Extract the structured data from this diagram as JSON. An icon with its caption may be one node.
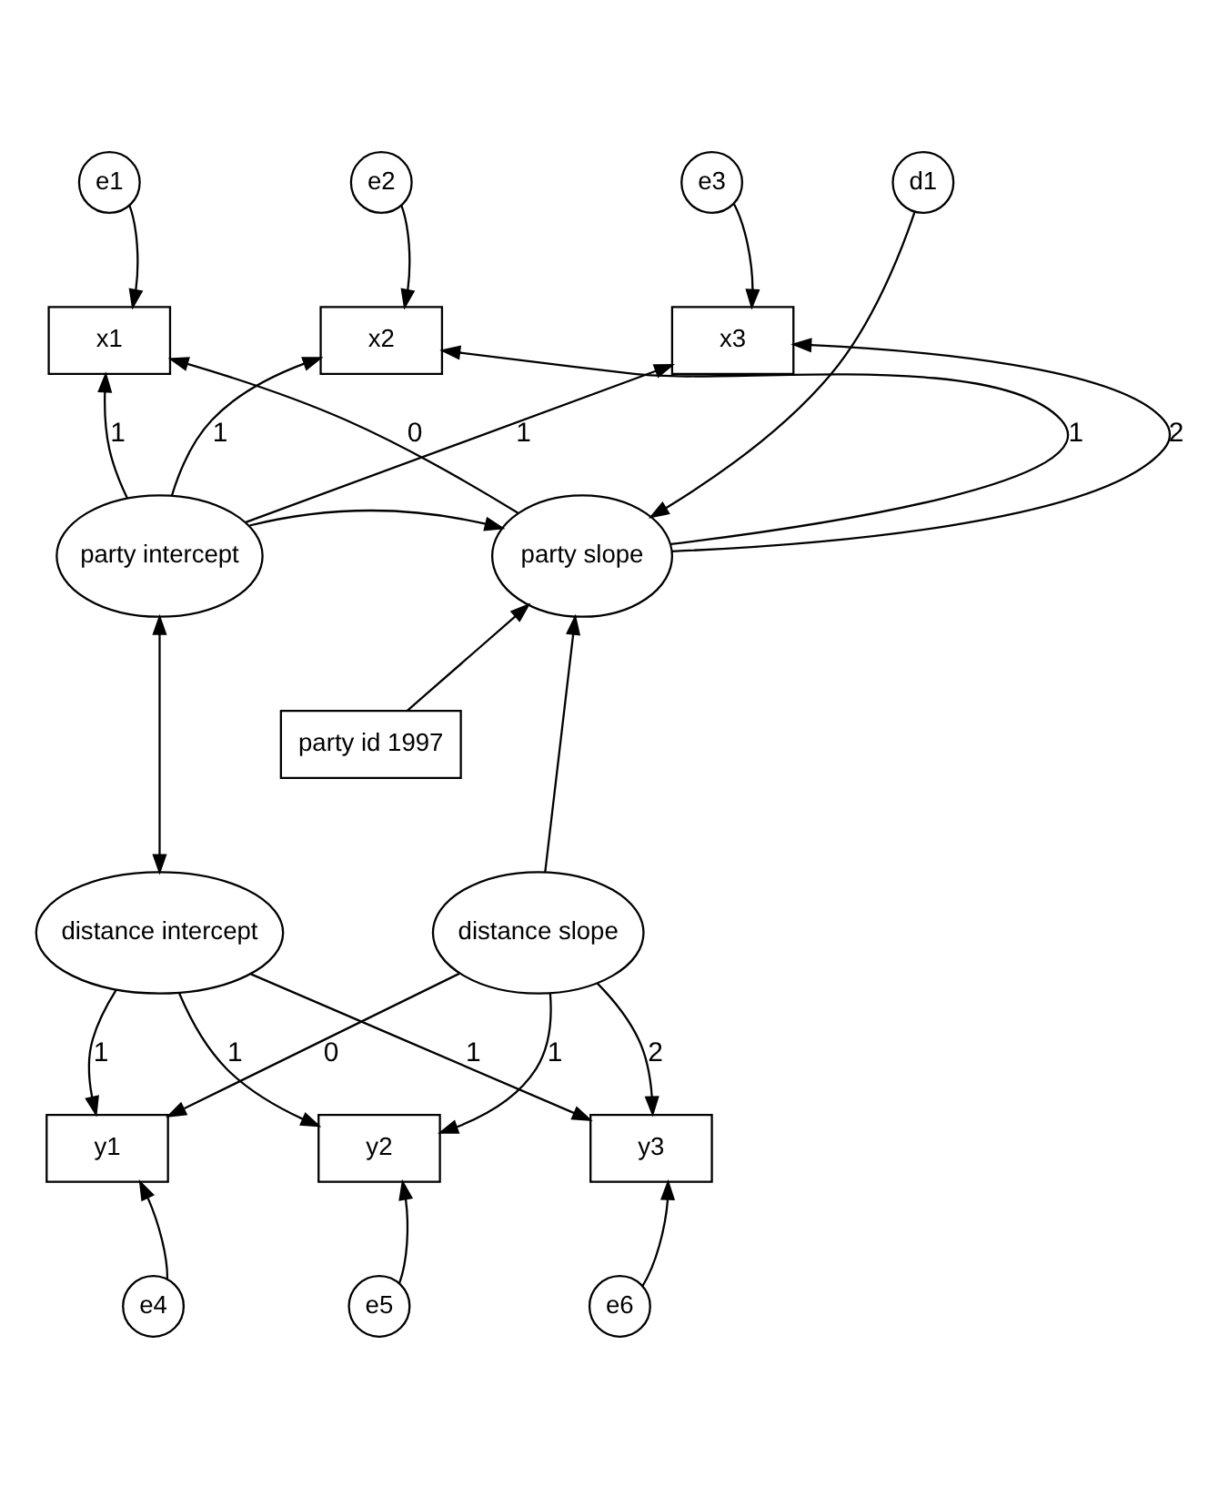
{
  "diagram": {
    "nodes": [
      {
        "text": [
          "e1"
        ]
      },
      {
        "text": [
          "e2"
        ]
      },
      {
        "text": [
          "e3"
        ]
      },
      {
        "text": [
          "x1"
        ]
      },
      {
        "text": [
          "x2"
        ]
      },
      {
        "text": [
          "x3"
        ]
      },
      {
        "text": [
          "d1"
        ]
      },
      {
        "text": [
          "party intercept"
        ]
      },
      {
        "text": [
          "party slope"
        ]
      },
      {
        "text": [
          "party id 1997"
        ]
      },
      {
        "text": [
          "distance intercept"
        ]
      },
      {
        "text": [
          "distance slope"
        ]
      },
      {
        "text": [
          "y1"
        ]
      },
      {
        "text": [
          "y2"
        ]
      },
      {
        "text": [
          "y3"
        ]
      },
      {
        "text": [
          "e4"
        ]
      },
      {
        "text": [
          "e5"
        ]
      },
      {
        "text": [
          "e6"
        ]
      }
    ],
    "edges": [
      {
        "from": 0,
        "to": 3,
        "arrow": "to"
      },
      {
        "from": 1,
        "to": 4,
        "arrow": "to"
      },
      {
        "from": 2,
        "to": 5,
        "arrow": "to"
      },
      {
        "from": 7,
        "to": 3,
        "arrow": "to",
        "label": "1"
      },
      {
        "from": 7,
        "to": 4,
        "arrow": "to",
        "label": "1"
      },
      {
        "from": 7,
        "to": 5,
        "arrow": "to",
        "label": "1"
      },
      {
        "from": 8,
        "to": 3,
        "arrow": "to",
        "label": "0"
      },
      {
        "from": 8,
        "to": 4,
        "arrow": "to",
        "label": "1"
      },
      {
        "from": 8,
        "to": 5,
        "arrow": "to",
        "label": "2"
      },
      {
        "from": 6,
        "to": 8,
        "arrow": "to"
      },
      {
        "from": 7,
        "to": 8,
        "arrow": "to"
      },
      {
        "from": 9,
        "to": 8,
        "arrow": "to"
      },
      {
        "from": 7,
        "to": 10,
        "arrow": "both"
      },
      {
        "from": 11,
        "to": 8,
        "arrow": "to"
      },
      {
        "from": 10,
        "to": 12,
        "arrow": "to",
        "label": "1"
      },
      {
        "from": 10,
        "to": 13,
        "arrow": "to",
        "label": "1"
      },
      {
        "from": 10,
        "to": 14,
        "arrow": "to",
        "label": "1"
      },
      {
        "from": 11,
        "to": 12,
        "arrow": "to",
        "label": "0"
      },
      {
        "from": 11,
        "to": 13,
        "arrow": "to",
        "label": "1"
      },
      {
        "from": 11,
        "to": 14,
        "arrow": "to",
        "label": "2"
      },
      {
        "from": 15,
        "to": 12,
        "arrow": "to"
      },
      {
        "from": 16,
        "to": 13,
        "arrow": "to"
      },
      {
        "from": 17,
        "to": 14,
        "arrow": "to"
      }
    ]
  }
}
